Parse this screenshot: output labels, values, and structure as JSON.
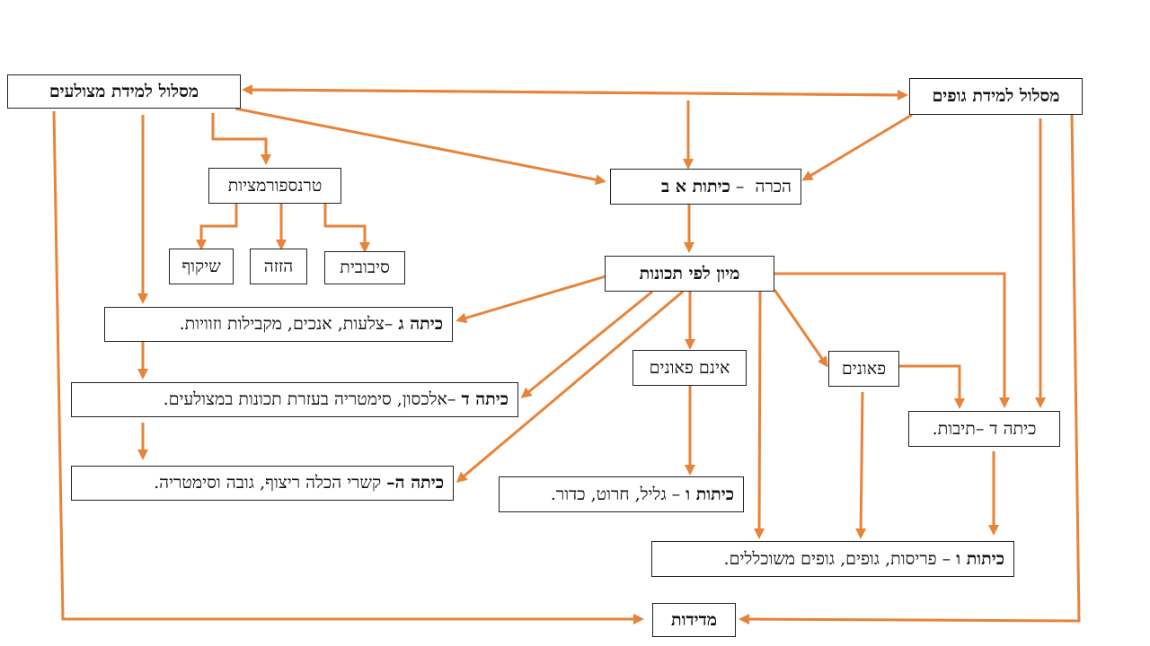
{
  "colors": {
    "arrow": "#E8833A",
    "border": "#222222"
  },
  "nodes": {
    "shapes_path": "מסלול למידת מצולעים",
    "solids_path": "מסלול למידת גופים",
    "transformations": "טרנספורמציות",
    "rotation": "סיבובית",
    "translation": "הזזה",
    "reflection": "שיקוף",
    "recognition": {
      "plain": "הכרה  – ",
      "bold": "כיתות א ב"
    },
    "sort_by_props": "מיון לפי תכונות",
    "grade3": {
      "bold": "כיתה ג",
      "plain": " –צלעות, אנכים, מקבילות וזוויות."
    },
    "grade4_shapes": {
      "bold": "כיתה ד",
      "plain": " –אלכסון, סימטריה בעזרת תכונות במצולעים."
    },
    "grade5": {
      "bold": "כיתה ה–",
      "plain": " קשרי הכלה ריצוף, גובה וסימטריה."
    },
    "not_faces": "אינם פאונים",
    "faces": "פאונים",
    "grade4_boxes": "כיתה ד –תיבות.",
    "grade6_round": {
      "bold": "כיתות ו",
      "plain": " – גליל, חרוט, כדור."
    },
    "grade6_prisms": {
      "bold": "כיתות ו",
      "plain": " – פריסות, גופים, גופים משוכללים."
    },
    "measurements": "מדידות"
  }
}
